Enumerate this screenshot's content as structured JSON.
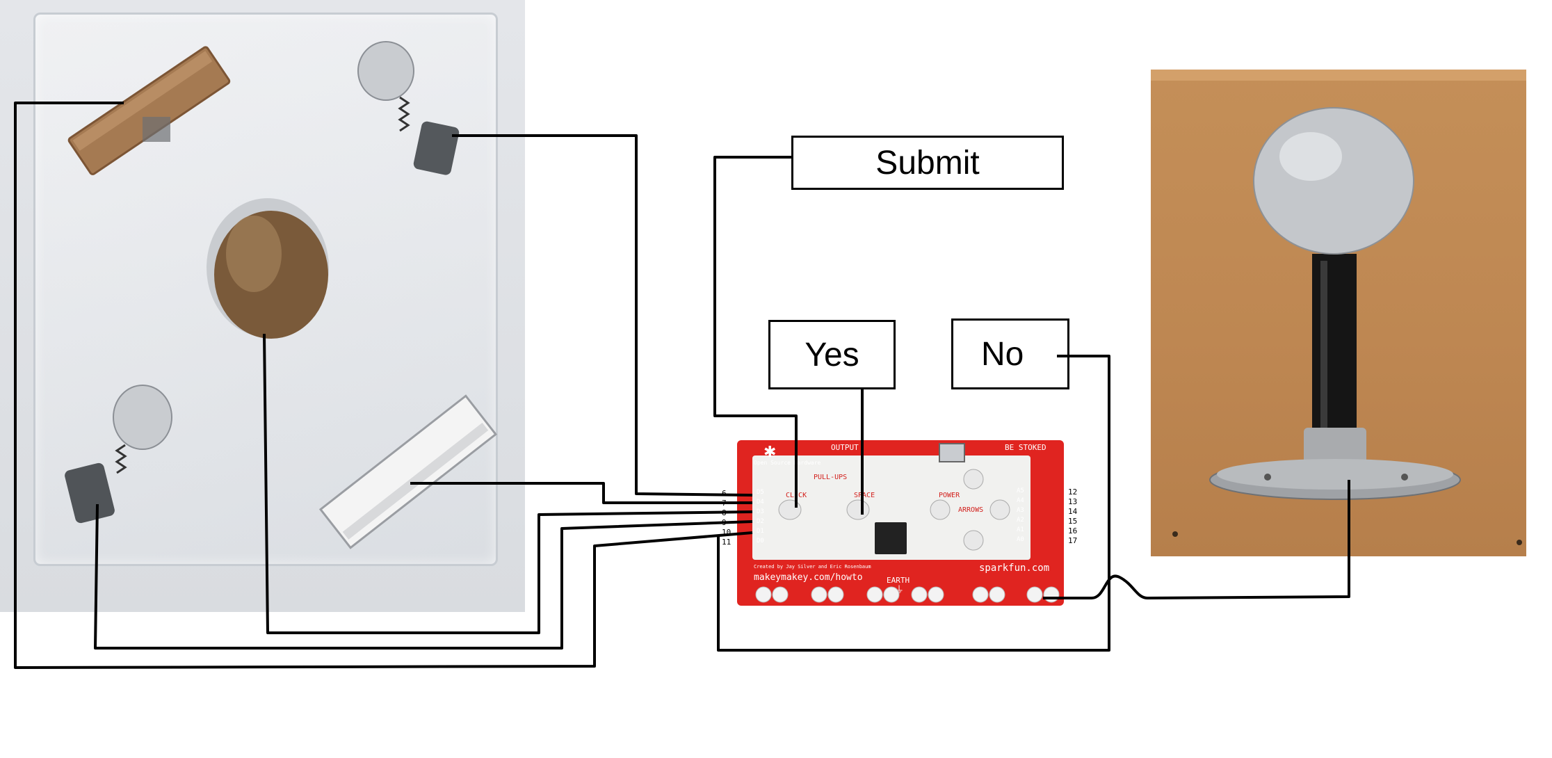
{
  "labels": {
    "submit": "Submit",
    "yes": "Yes",
    "no": "No"
  },
  "board": {
    "brand_top_left": "Open Source Hardware",
    "output": "OUTPUT",
    "pull_ups": "PULL-UPS",
    "be_stoked": "BE STOKED",
    "click": "CLICK",
    "space": "SPACE",
    "power": "POWER",
    "arrows": "ARROWS",
    "credits": "Created by Jay Silver and Eric Rosenbaum",
    "url": "makeymakey.com/howto",
    "earth": "EARTH",
    "sparkfun": "sparkfun.com",
    "digits": {
      "d0": "0",
      "d1": "1",
      "d2": "2",
      "d3": "3",
      "d4": "4",
      "d5": "5"
    },
    "left_pins": [
      "D5",
      "D4",
      "D3",
      "D2",
      "D1",
      "D0"
    ],
    "left_pin_numbers": [
      "6",
      "7",
      "8",
      "9",
      "10",
      "11"
    ],
    "right_pins": [
      "A5",
      "A4",
      "A3",
      "A2",
      "A1",
      "A0"
    ],
    "right_pin_numbers": [
      "12",
      "13",
      "14",
      "15",
      "16",
      "17"
    ]
  },
  "colors": {
    "board_red": "#e02420",
    "wire": "#000000",
    "foil": "#c9ccd0",
    "copper_tape": "#a57a52",
    "cardboard": "#c48f58"
  },
  "icons": [
    "gear-icon",
    "usb-port-icon",
    "chip-icon",
    "earth-symbol-icon"
  ]
}
